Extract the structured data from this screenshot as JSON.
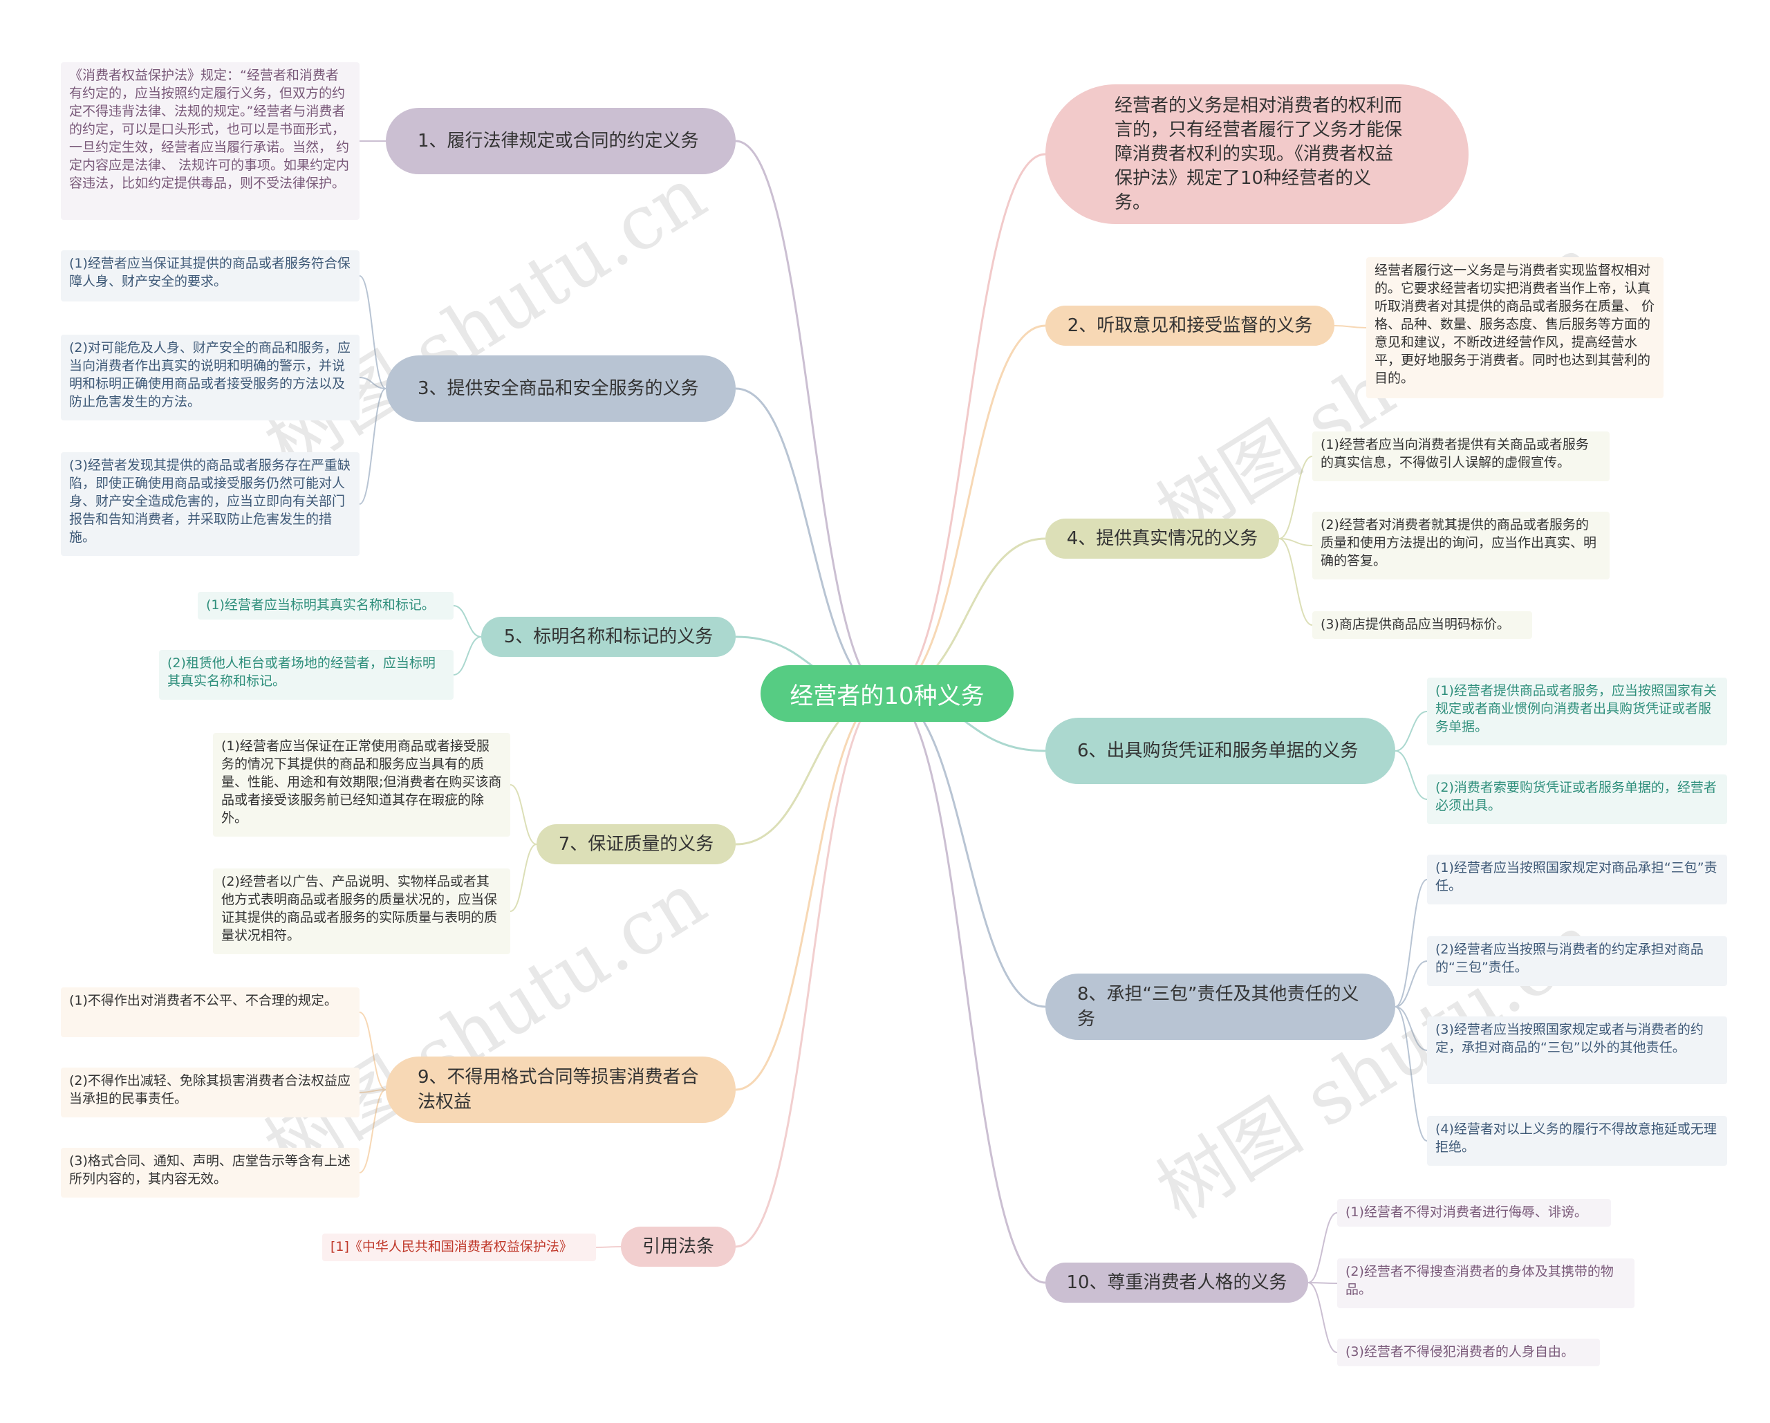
{
  "central": "经营者的10种义务",
  "intro": "经营者的义务是相对消费者的权利而言的，只有经营者履行了义务才能保障消费者权利的实现。《消费者权益保护法》规定了10种经营者的义务。",
  "branches": {
    "b1": {
      "label": "1、履行法律规定或合同的约定义务",
      "notes": [
        "《消费者权益保护法》规定：“经营者和消费者有约定的，应当按照约定履行义务，但双方的约定不得违背法律、法规的规定。”经营者与消费者的约定，可以是口头形式，也可以是书面形式，一旦约定生效，经营者应当履行承诺。当然， 约定内容应是法律、 法规许可的事项。如果约定内容违法，比如约定提供毒品，则不受法律保护。"
      ]
    },
    "b2": {
      "label": "2、听取意见和接受监督的义务",
      "notes": [
        "经营者履行这一义务是与消费者实现监督权相对的。它要求经营者切实把消费者当作上帝，认真听取消费者对其提供的商品或者服务在质量、 价格、品种、数量、服务态度、售后服务等方面的意见和建议，不断改进经营作风，提高经营水平，更好地服务于消费者。同时也达到其营利的目的。"
      ]
    },
    "b3": {
      "label": "3、提供安全商品和安全服务的义务",
      "notes": [
        "(1)经营者应当保证其提供的商品或者服务符合保障人身、财产安全的要求。",
        "(2)对可能危及人身、财产安全的商品和服务，应当向消费者作出真实的说明和明确的警示，并说明和标明正确使用商品或者接受服务的方法以及防止危害发生的方法。",
        "(3)经营者发现其提供的商品或者服务存在严重缺陷，即使正确使用商品或接受服务仍然可能对人身、财产安全造成危害的，应当立即向有关部门报告和告知消费者，并采取防止危害发生的措施。"
      ]
    },
    "b4": {
      "label": "4、提供真实情况的义务",
      "notes": [
        "(1)经营者应当向消费者提供有关商品或者服务的真实信息，不得做引人误解的虚假宣传。",
        "(2)经营者对消费者就其提供的商品或者服务的质量和使用方法提出的询问，应当作出真实、明确的答复。",
        "(3)商店提供商品应当明码标价。"
      ]
    },
    "b5": {
      "label": "5、标明名称和标记的义务",
      "notes": [
        "(1)经营者应当标明其真实名称和标记。",
        "(2)租赁他人柜台或者场地的经营者，应当标明其真实名称和标记。"
      ]
    },
    "b6": {
      "label": "6、出具购货凭证和服务单据的义务",
      "notes": [
        "(1)经营者提供商品或者服务，应当按照国家有关规定或者商业惯例向消费者出具购货凭证或者服务单据。",
        "(2)消费者索要购货凭证或者服务单据的，经营者必须出具。"
      ]
    },
    "b7": {
      "label": "7、保证质量的义务",
      "notes": [
        "(1)经营者应当保证在正常使用商品或者接受服务的情况下其提供的商品和服务应当具有的质量、性能、用途和有效期限;但消费者在购买该商品或者接受该服务前已经知道其存在瑕疵的除外。",
        "(2)经营者以广告、产品说明、实物样品或者其他方式表明商品或者服务的质量状况的，应当保证其提供的商品或者服务的实际质量与表明的质量状况相符。"
      ]
    },
    "b8": {
      "label": "8、承担“三包”责任及其他责任的义务",
      "notes": [
        "(1)经营者应当按照国家规定对商品承担“三包”责任。",
        "(2)经营者应当按照与消费者的约定承担对商品的“三包”责任。",
        "(3)经营者应当按照国家规定或者与消费者的约定，承担对商品的“三包”以外的其他责任。",
        "(4)经营者对以上义务的履行不得故意拖延或无理拒绝。"
      ]
    },
    "b9": {
      "label": "9、不得用格式合同等损害消费者合法权益",
      "notes": [
        "(1)不得作出对消费者不公平、不合理的规定。",
        "(2)不得作出减轻、免除其损害消费者合法权益应当承担的民事责任。",
        "(3)格式合同、通知、声明、店堂告示等含有上述所列内容的，其内容无效。"
      ]
    },
    "b10": {
      "label": "10、尊重消费者人格的义务",
      "notes": [
        "(1)经营者不得对消费者进行侮辱、诽谤。",
        "(2)经营者不得搜查消费者的身体及其携带的物品。",
        "(3)经营者不得侵犯消费者的人身自由。"
      ]
    },
    "ref": {
      "label": "引用法条",
      "notes": [
        "[1]《中华人民共和国消费者权益保护法》"
      ]
    }
  },
  "watermark": "树图 shutu.cn",
  "colors": {
    "b1": "#cbbfd2",
    "b2": "#f7d8b5",
    "b3": "#b8c4d3",
    "b4": "#dcdfb7",
    "b5": "#abd8cf",
    "b6": "#abd8cf",
    "b7": "#dcdfb7",
    "b8": "#b8c4d3",
    "b9": "#f7d8b5",
    "b10": "#cbbfd2",
    "ref": "#f2cfcf",
    "intro": "#f2caca"
  }
}
